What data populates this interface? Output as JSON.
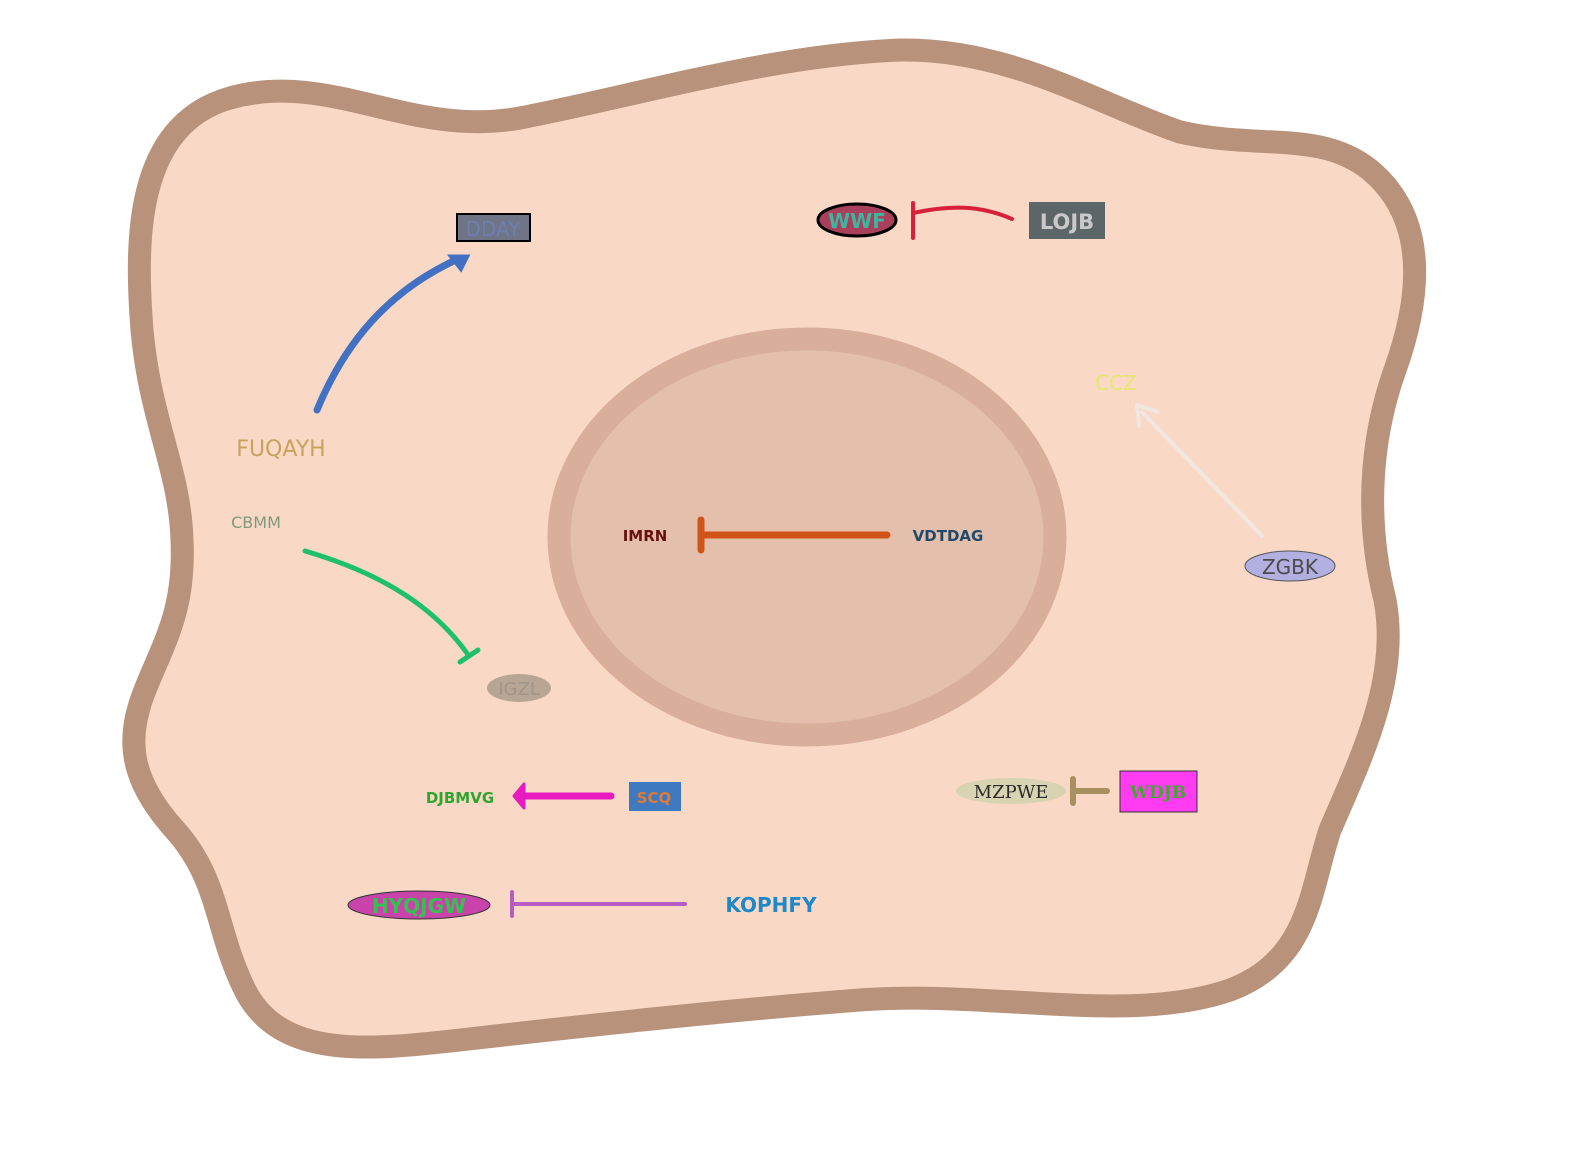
{
  "colors": {
    "cell_fill": "#f9d9c6",
    "cell_border": "#b9927b",
    "nucleus_fill": "#e4bfab",
    "nucleus_border": "#d9ae9b"
  },
  "nodes": {
    "dday": {
      "label": "DDAY",
      "text_color": "#6b7fb0",
      "fill": "#6f7586",
      "stroke": "#000000"
    },
    "fuqayh": {
      "label": "FUQAYH",
      "text_color": "#c7a35e"
    },
    "cbmm": {
      "label": "CBMM",
      "text_color": "#7f9a7a"
    },
    "igzl": {
      "label": "IGZL",
      "text_color": "#a0958a",
      "fill": "#9d8e7e"
    },
    "wwf": {
      "label": "WWF",
      "text_color": "#3fb5a0",
      "fill": "#a8405c",
      "stroke": "#000000"
    },
    "lojb": {
      "label": "LOJB",
      "text_color": "#c9c9c9",
      "fill": "#5c6668"
    },
    "ccz": {
      "label": "CCZ",
      "text_color": "#e6e86e"
    },
    "zgbk": {
      "label": "ZGBK",
      "text_color": "#4a4a4a",
      "fill": "#b1b0e0",
      "stroke": "#555555"
    },
    "imrn": {
      "label": "IMRN",
      "text_color": "#6a1010"
    },
    "vdtdag": {
      "label": "VDTDAG",
      "text_color": "#1f4a6b"
    },
    "djbmvg": {
      "label": "DJBMVG",
      "text_color": "#2fa52f"
    },
    "scq": {
      "label": "SCQ",
      "text_color": "#e07b33",
      "fill": "#3f7ac1"
    },
    "mzpwe": {
      "label": "MZPWE",
      "text_color": "#2a2a2a",
      "fill": "#d8d3b0"
    },
    "wdjb": {
      "label": "WDJB",
      "text_color": "#3fa82f",
      "fill": "#ff3cf2",
      "stroke": "#333333"
    },
    "hyqjgw": {
      "label": "HYQJGW",
      "text_color": "#36c050",
      "fill": "#c844aa",
      "stroke": "#333333"
    },
    "kophfy": {
      "label": "KOPHFY",
      "text_color": "#1e88c8"
    }
  },
  "edges": [
    {
      "from": "FUQAYH",
      "to": "DDAY",
      "type": "activation",
      "color": "#4271c4"
    },
    {
      "from": "LOJB",
      "to": "WWF",
      "type": "inhibition",
      "color": "#d8203a"
    },
    {
      "from": "ZGBK",
      "to": "CCZ",
      "type": "activation",
      "color": "#f2e6e0"
    },
    {
      "from": "CBMM",
      "to": "IGZL",
      "type": "inhibition",
      "color": "#1fc06c"
    },
    {
      "from": "VDTDAG",
      "to": "IMRN",
      "type": "inhibition",
      "color": "#d05418"
    },
    {
      "from": "SCQ",
      "to": "DJBMVG",
      "type": "activation",
      "color": "#e81bc0"
    },
    {
      "from": "WDJB",
      "to": "MZPWE",
      "type": "inhibition",
      "color": "#a89060"
    },
    {
      "from": "KOPHFY",
      "to": "HYQJGW",
      "type": "inhibition",
      "color": "#b85cc2"
    }
  ]
}
